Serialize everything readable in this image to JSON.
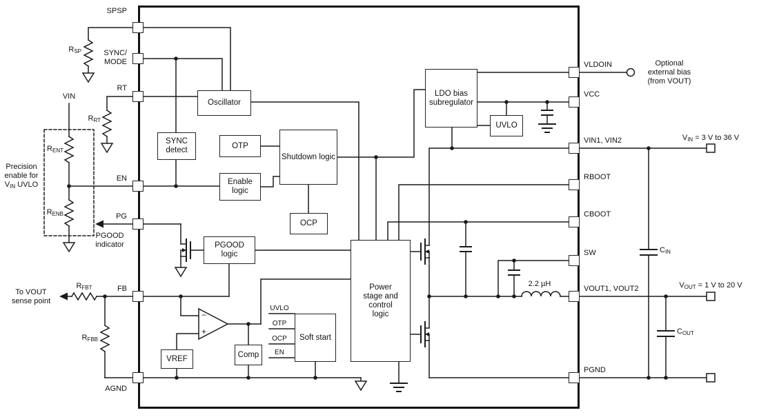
{
  "pins": {
    "left": {
      "spsp": "SPSP",
      "sync": "SYNC/",
      "mode": "MODE",
      "rt": "RT",
      "en": "EN",
      "pg": "PG",
      "fb": "FB",
      "agnd": "AGND"
    },
    "right": {
      "vldoin": "VLDOIN",
      "vcc": "VCC",
      "vin": "VIN1, VIN2",
      "rboot": "RBOOT",
      "cboot": "CBOOT",
      "sw": "SW",
      "vout": "VOUT1, VOUT2",
      "pgnd": "PGND"
    }
  },
  "blocks": {
    "oscillator": "Oscillator",
    "sync_detect": "SYNC detect",
    "otp": "OTP",
    "shutdown": "Shutdown logic",
    "enable": "Enable logic",
    "ocp": "OCP",
    "pgood": "PGOOD logic",
    "power_stage": "Power stage and control logic",
    "soft_start": "Soft start",
    "comp": "Comp",
    "vref": "VREF",
    "ldo": "LDO bias subregulator",
    "uvlo": "UVLO"
  },
  "soft_start_inputs": [
    "UVLO",
    "OTP",
    "OCP",
    "EN"
  ],
  "labels": {
    "inductor": "2.2 µH",
    "vin_node": "VIN",
    "rsp": {
      "pre": "R",
      "sub": "SP"
    },
    "rrt": {
      "pre": "R",
      "sub": "RT"
    },
    "rent": {
      "pre": "R",
      "sub": "ENT"
    },
    "renb": {
      "pre": "R",
      "sub": "ENB"
    },
    "rfbt": {
      "pre": "R",
      "sub": "FBT"
    },
    "rfbb": {
      "pre": "R",
      "sub": "FBB"
    },
    "cin": {
      "pre": "C",
      "sub": "IN"
    },
    "cout": {
      "pre": "C",
      "sub": "OUT"
    },
    "vin_range": {
      "pre": "V",
      "sub": "IN",
      "post": " = 3 V to 36 V"
    },
    "vout_range": {
      "pre": "V",
      "sub": "OUT",
      "post": " = 1 V to 20 V"
    },
    "precision_enable": {
      "line1": "Precision",
      "line2": "enable for",
      "line3_pre": "V",
      "line3_sub": "IN",
      "line3_post": " UVLO"
    },
    "pgood_indicator": {
      "line1": "PGOOD",
      "line2": "indicator"
    },
    "vout_sense": {
      "line1": "To VOUT",
      "line2": "sense point"
    },
    "optional_bias": {
      "line1": "Optional",
      "line2": "external bias",
      "line3": "(from VOUT)"
    }
  }
}
